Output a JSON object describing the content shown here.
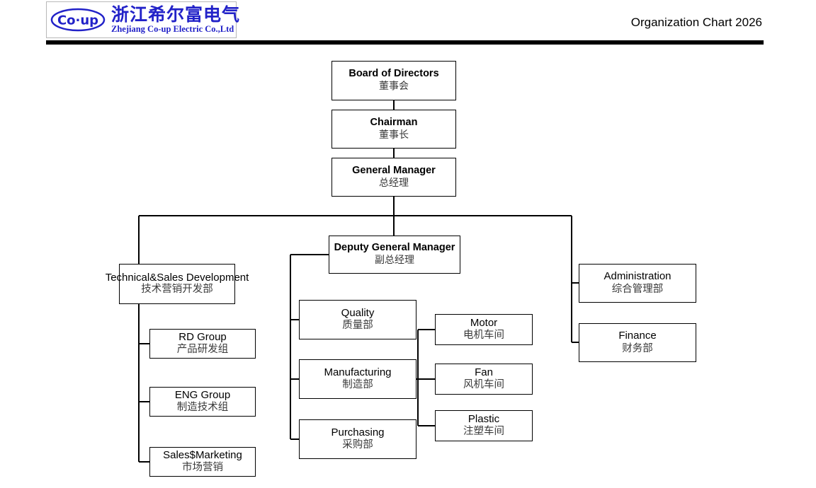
{
  "header": {
    "logo": {
      "mark_text": "Co·up",
      "company_cn": "浙江希尔富电气",
      "company_en": "Zhejiang Co-up Electric Co.,Ltd",
      "brand_color": "#2222c8"
    },
    "title": "Organization Chart 2026"
  },
  "chart_data": {
    "type": "diagram",
    "title": "Organization Chart 2026",
    "nodes": [
      {
        "id": "board",
        "en": "Board of Directors",
        "cn": "董事会",
        "tier": "exec"
      },
      {
        "id": "chairman",
        "en": "Chairman",
        "cn": "董事长",
        "tier": "exec"
      },
      {
        "id": "gm",
        "en": "General Manager",
        "cn": "总经理",
        "tier": "exec"
      },
      {
        "id": "dgm",
        "en": "Deputy General Manager",
        "cn": "副总经理",
        "tier": "exec"
      },
      {
        "id": "techsales",
        "en": "Technical&Sales Development",
        "cn": "技术营销开发部",
        "tier": "dept"
      },
      {
        "id": "rdgroup",
        "en": "RD Group",
        "cn": "产品研发组",
        "tier": "grp"
      },
      {
        "id": "enggroup",
        "en": "ENG Group",
        "cn": "制造技术组",
        "tier": "grp"
      },
      {
        "id": "salesmkt",
        "en": "Sales$Marketing",
        "cn": "市场营销",
        "tier": "grp"
      },
      {
        "id": "quality",
        "en": "Quality",
        "cn": "质量部",
        "tier": "dept"
      },
      {
        "id": "manufacturing",
        "en": "Manufacturing",
        "cn": "制造部",
        "tier": "dept"
      },
      {
        "id": "purchasing",
        "en": "Purchasing",
        "cn": "采购部",
        "tier": "dept"
      },
      {
        "id": "motor",
        "en": "Motor",
        "cn": "电机车间",
        "tier": "grp"
      },
      {
        "id": "fan",
        "en": "Fan",
        "cn": "风机车间",
        "tier": "grp"
      },
      {
        "id": "plastic",
        "en": "Plastic",
        "cn": "注塑车间",
        "tier": "grp"
      },
      {
        "id": "administration",
        "en": "Administration",
        "cn": "综合管理部",
        "tier": "dept"
      },
      {
        "id": "finance",
        "en": "Finance",
        "cn": "财务部",
        "tier": "dept"
      }
    ],
    "edges": [
      [
        "board",
        "chairman"
      ],
      [
        "chairman",
        "gm"
      ],
      [
        "gm",
        "dgm"
      ],
      [
        "gm",
        "techsales"
      ],
      [
        "gm",
        "administration"
      ],
      [
        "gm",
        "finance"
      ],
      [
        "techsales",
        "rdgroup"
      ],
      [
        "techsales",
        "enggroup"
      ],
      [
        "techsales",
        "salesmkt"
      ],
      [
        "dgm",
        "quality"
      ],
      [
        "dgm",
        "manufacturing"
      ],
      [
        "dgm",
        "purchasing"
      ],
      [
        "manufacturing",
        "motor"
      ],
      [
        "manufacturing",
        "fan"
      ],
      [
        "manufacturing",
        "plastic"
      ]
    ],
    "line_color": "#000000",
    "box_fill": "#ffffff",
    "box_stroke": "#000000"
  }
}
